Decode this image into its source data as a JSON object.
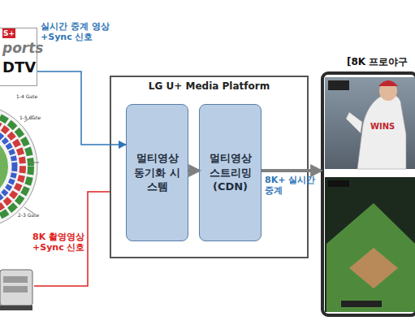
{
  "diagram": {
    "nodes": [
      {
        "text": [
          "S+",
          "ports",
          "DTV"
        ]
      },
      {
        "text": [
          "LG U+ Media Platform"
        ]
      },
      {
        "text": [
          "멀티영상 동기화 시스템"
        ],
        "in": 1
      },
      {
        "text": [
          "멀티영상 스트리밍 (CDN)"
        ],
        "in": 1
      },
      {
        "text": [
          "[8K 프로야구"
        ]
      }
    ],
    "edges": [
      {
        "from": 0,
        "to": 2,
        "arrow": "to",
        "label": "실시간 중계 영상 +Sync 신호"
      },
      {
        "from": 2,
        "to": 3,
        "arrow": "to"
      },
      {
        "from": 3,
        "to": 4,
        "arrow": "to",
        "label": "8K+ 실시간 중계"
      }
    ],
    "labels": [
      "8K 촬영영상 +Sync 신호",
      "1-4 Gate",
      "1-5 Gate",
      "2-3 Gate",
      "WINS"
    ]
  }
}
